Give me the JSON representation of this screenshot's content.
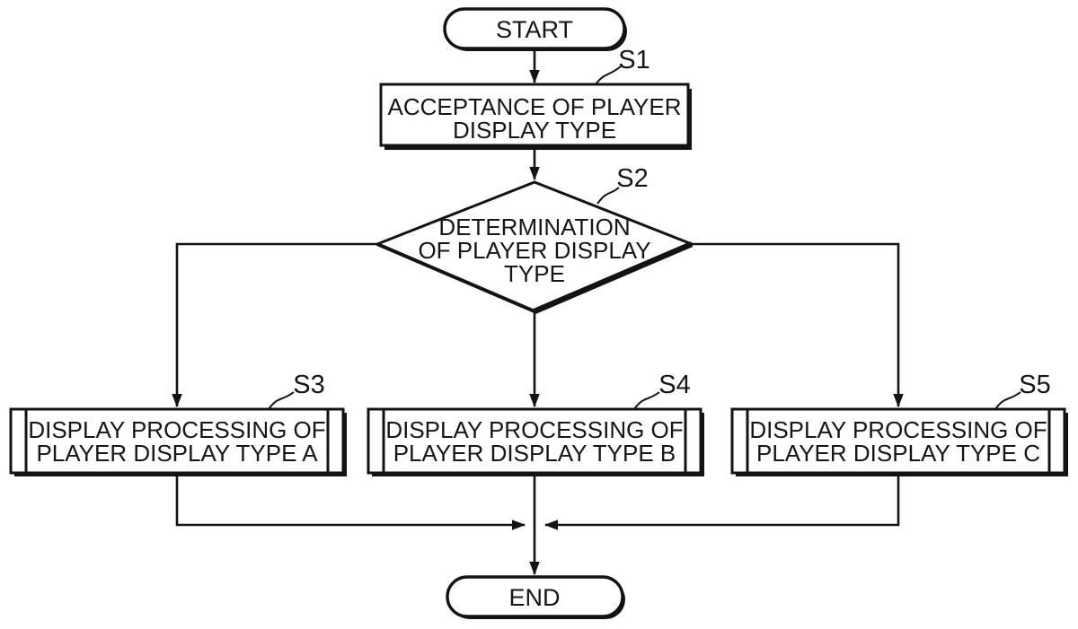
{
  "figure": {
    "background_color": "#ffffff",
    "ink_color": "#131313",
    "nodes": {
      "start": {
        "label": "START"
      },
      "s1": {
        "step_label": "S1",
        "lines": [
          "ACCEPTANCE OF PLAYER",
          "DISPLAY TYPE"
        ]
      },
      "s2": {
        "step_label": "S2",
        "lines": [
          "DETERMINATION",
          "OF PLAYER DISPLAY",
          "TYPE"
        ]
      },
      "s3": {
        "step_label": "S3",
        "lines": [
          "DISPLAY PROCESSING OF",
          "PLAYER DISPLAY TYPE A"
        ]
      },
      "s4": {
        "step_label": "S4",
        "lines": [
          "DISPLAY PROCESSING OF",
          "PLAYER DISPLAY TYPE B"
        ]
      },
      "s5": {
        "step_label": "S5",
        "lines": [
          "DISPLAY PROCESSING OF",
          "PLAYER DISPLAY TYPE C"
        ]
      },
      "end": {
        "label": "END"
      }
    }
  }
}
